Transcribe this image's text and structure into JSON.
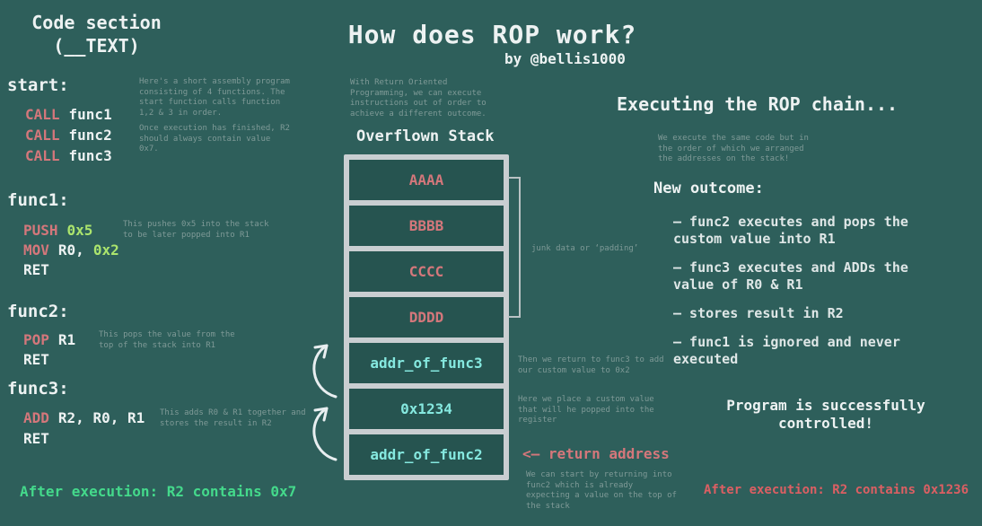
{
  "header": {
    "title": "How does ROP work?",
    "byline": "by @bellis1000",
    "intro_note": "With Return Oriented Programming, we can execute instructions out of order to achieve a different outcome."
  },
  "code_section": {
    "title_line1": "Code section",
    "title_line2": "(__TEXT)",
    "start_label": "start:",
    "call1_op": "CALL",
    "call1_arg": "func1",
    "call2_op": "CALL",
    "call2_arg": "func2",
    "call3_op": "CALL",
    "call3_arg": "func3",
    "note_intro": "Here's a short assembly program consisting of 4 functions. The start function calls function 1,2 & 3 in order.",
    "note_result": "Once execution has finished, R2 should always contain value 0x7.",
    "func1_label": "func1:",
    "push_op": "PUSH",
    "push_val": "0x5",
    "mov_op": "MOV",
    "mov_arg": "R0,",
    "mov_val": "0x2",
    "ret1": "RET",
    "note_push": "This pushes 0x5 into the stack to be later popped into R1",
    "func2_label": "func2:",
    "pop_op": "POP",
    "pop_arg": "R1",
    "ret2": "RET",
    "note_pop": "This pops the value from the top of the stack into R1",
    "func3_label": "func3:",
    "add_op": "ADD",
    "add_args": "R2, R0, R1",
    "ret3": "RET",
    "note_add": "This adds R0 & R1 together and stores the result in R2"
  },
  "stack": {
    "heading": "Overflown Stack",
    "cells": [
      "AAAA",
      "BBBB",
      "CCCC",
      "DDDD",
      "addr_of_func3",
      "0x1234",
      "addr_of_func2"
    ],
    "junk_note": "junk data or ‘padding’",
    "note_func3": "Then we return to func3 to add our custom value to 0x2",
    "note_custom": "Here we place a custom value that will he popped into the register",
    "return_label": "<— return address",
    "note_return": "We can start by returning into func2 which is already expecting a value on the top of the stack"
  },
  "rop_chain": {
    "title": "Executing the ROP chain...",
    "note": "We execute the same code but in the order of which we arranged the addresses on the stack!",
    "outcome_label": "New outcome:",
    "bullets": [
      "– func2 executes and pops the custom value into R1",
      "– func3 executes and ADDs the value of R0 & R1",
      "– stores result in R2",
      "– func1 is ignored and never executed"
    ],
    "success": "Program is successfully controlled!"
  },
  "results": {
    "original": "After execution: R2 contains 0x7",
    "rop": "After execution: R2 contains 0x1236"
  },
  "colors": {
    "background": "#2e5f5b",
    "cell_background": "#265450",
    "stack_border": "#c9ced1",
    "text_white": "#edf2f2",
    "text_gray": "#7f9a97",
    "text_salmon": "#d4777b",
    "text_green_value": "#abe46d",
    "text_cyan": "#85e8df",
    "result_green": "#44d98b",
    "result_red": "#dc5f63"
  }
}
